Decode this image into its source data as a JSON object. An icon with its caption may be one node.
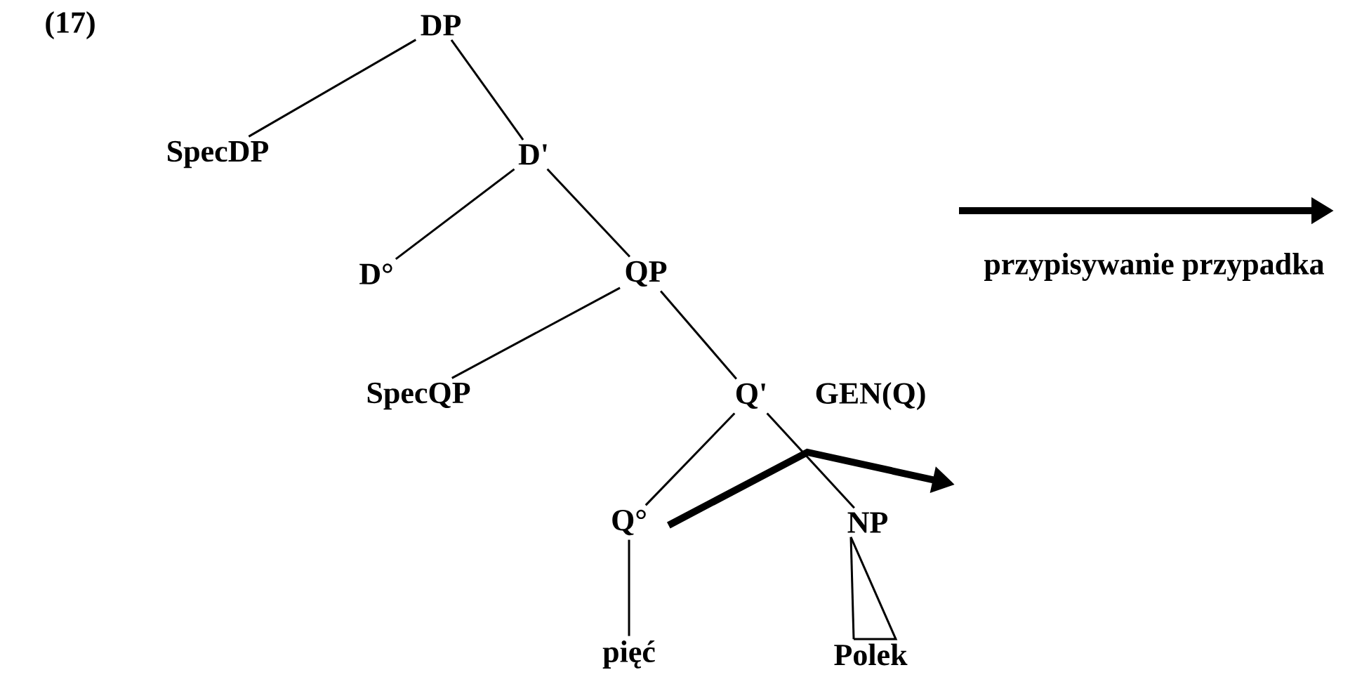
{
  "diagram": {
    "nodes": [
      {
        "text": [
          "DP"
        ]
      },
      {
        "text": [
          "SpecDP"
        ]
      },
      {
        "text": [
          "D'"
        ]
      },
      {
        "text": [
          "D°"
        ]
      },
      {
        "text": [
          "QP"
        ]
      },
      {
        "text": [
          "SpecQP"
        ]
      },
      {
        "text": [
          "Q'"
        ]
      },
      {
        "text": [
          "Q°"
        ]
      },
      {
        "text": [
          "NP"
        ]
      },
      {
        "text": [
          "pięć"
        ]
      },
      {
        "text": [
          "Polek"
        ]
      }
    ],
    "edges": [
      {
        "from": 0,
        "to": 1,
        "arrow": "none"
      },
      {
        "from": 0,
        "to": 2,
        "arrow": "none"
      },
      {
        "from": 2,
        "to": 3,
        "arrow": "none"
      },
      {
        "from": 2,
        "to": 4,
        "arrow": "none"
      },
      {
        "from": 4,
        "to": 5,
        "arrow": "none"
      },
      {
        "from": 4,
        "to": 6,
        "arrow": "none"
      },
      {
        "from": 6,
        "to": 7,
        "arrow": "none"
      },
      {
        "from": 6,
        "to": 8,
        "arrow": "none"
      },
      {
        "from": 7,
        "to": 9,
        "arrow": "none"
      },
      {
        "from": 8,
        "to": 10,
        "arrow": "none"
      },
      {
        "from": 7,
        "to": null,
        "arrow": "to",
        "style": "thick"
      }
    ],
    "labels": [
      "(17)",
      "GEN(Q)"
    ],
    "legend": [
      {
        "text": "przypisywanie przypadka"
      }
    ]
  }
}
